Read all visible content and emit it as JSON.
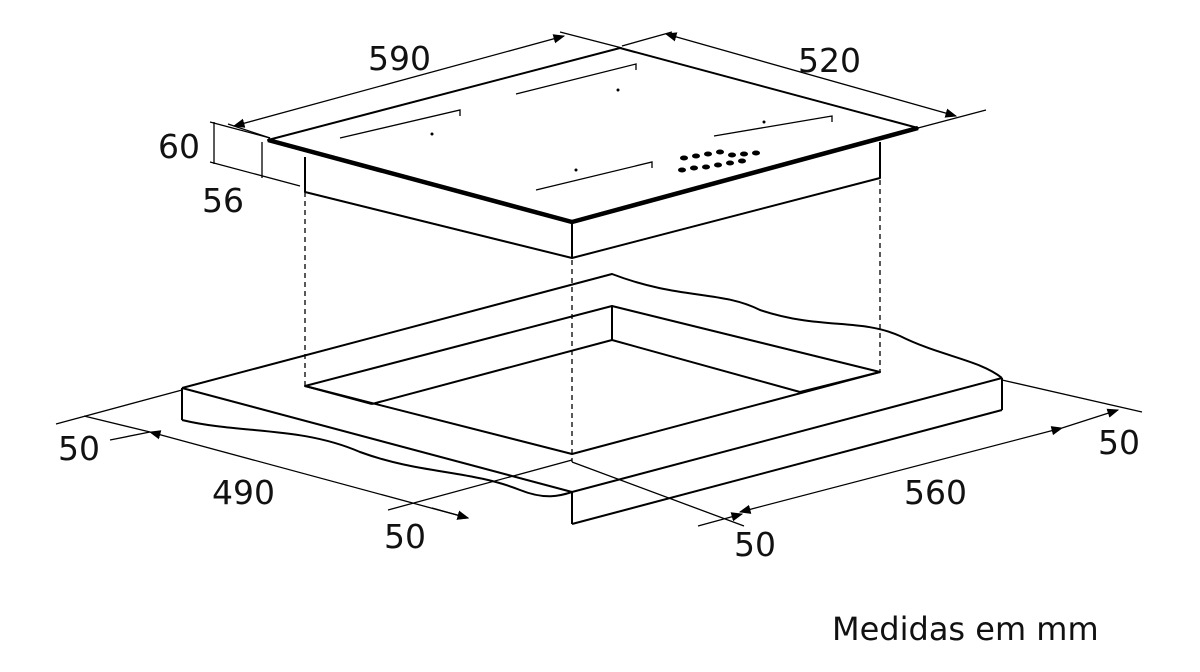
{
  "dimensions": {
    "hob_width": "590",
    "hob_depth": "520",
    "hob_height_total": "60",
    "hob_height_body": "56",
    "cutout_depth": "490",
    "cutout_width": "560",
    "clearance_left": "50",
    "clearance_right": "50",
    "clearance_front_left": "50",
    "clearance_front_right": "50"
  },
  "note": "Medidas em mm",
  "colors": {
    "line": "#000000",
    "text": "#111111",
    "background": "#ffffff"
  }
}
